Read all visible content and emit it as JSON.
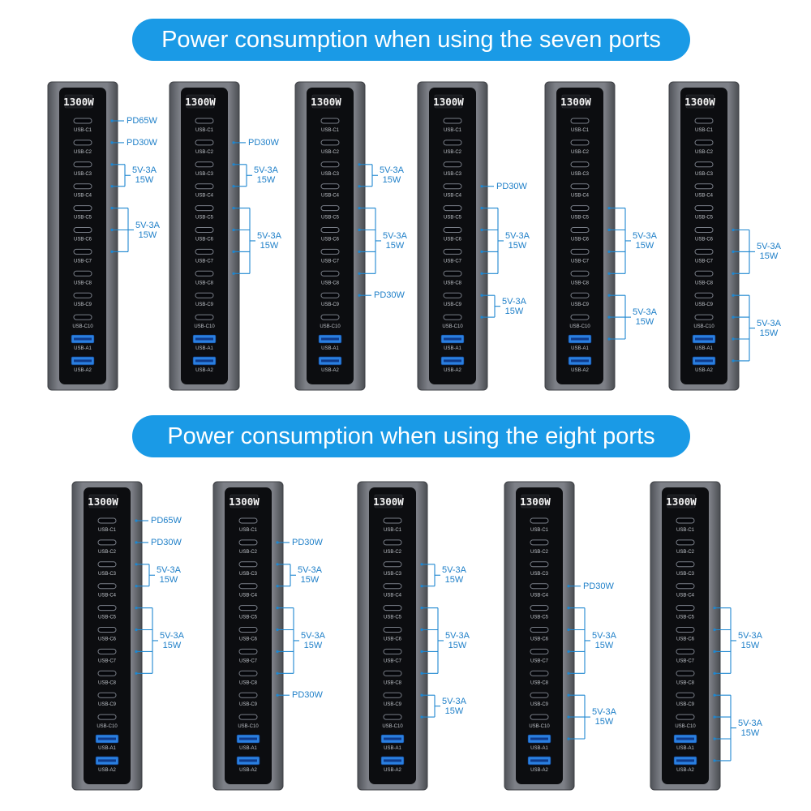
{
  "banners": {
    "top": "Power consumption when using the seven ports",
    "bottom": "Power consumption when using the eight ports"
  },
  "device": {
    "display": "1300W",
    "ports": [
      "USB-C1",
      "USB-C2",
      "USB-C3",
      "USB-C4",
      "USB-C5",
      "USB-C6",
      "USB-C7",
      "USB-C8",
      "USB-C9",
      "USB-C10",
      "USB-A1",
      "USB-A2"
    ]
  },
  "colors": {
    "banner": "#1a9ae6",
    "label": "#1e7fc8",
    "hub_frame": "#6b6e74",
    "hub_panel": "#0c0d10",
    "usb_a_port": "#2a7fe0"
  },
  "rows": [
    {
      "id": "seven-ports",
      "hubs": [
        {
          "annotations": [
            {
              "ports": [
                1
              ],
              "text": [
                "PD65W"
              ]
            },
            {
              "ports": [
                2
              ],
              "text": [
                "PD30W"
              ]
            },
            {
              "ports": [
                3,
                4
              ],
              "text": [
                "5V-3A",
                "15W"
              ]
            },
            {
              "ports": [
                5,
                6,
                7
              ],
              "text": [
                "5V-3A",
                "15W"
              ]
            }
          ]
        },
        {
          "annotations": [
            {
              "ports": [
                2
              ],
              "text": [
                "PD30W"
              ]
            },
            {
              "ports": [
                3,
                4
              ],
              "text": [
                "5V-3A",
                "15W"
              ]
            },
            {
              "ports": [
                5,
                6,
                7,
                8
              ],
              "text": [
                "5V-3A",
                "15W"
              ]
            }
          ]
        },
        {
          "annotations": [
            {
              "ports": [
                3,
                4
              ],
              "text": [
                "5V-3A",
                "15W"
              ]
            },
            {
              "ports": [
                5,
                6,
                7,
                8
              ],
              "text": [
                "5V-3A",
                "15W"
              ]
            },
            {
              "ports": [
                9
              ],
              "text": [
                "PD30W"
              ]
            }
          ]
        },
        {
          "annotations": [
            {
              "ports": [
                4
              ],
              "text": [
                "PD30W"
              ]
            },
            {
              "ports": [
                5,
                6,
                7,
                8
              ],
              "text": [
                "5V-3A",
                "15W"
              ]
            },
            {
              "ports": [
                9,
                10
              ],
              "text": [
                "5V-3A",
                "15W"
              ]
            }
          ]
        },
        {
          "annotations": [
            {
              "ports": [
                5,
                6,
                7,
                8
              ],
              "text": [
                "5V-3A",
                "15W"
              ]
            },
            {
              "ports": [
                9,
                10,
                11
              ],
              "text": [
                "5V-3A",
                "15W"
              ]
            }
          ]
        },
        {
          "annotations": [
            {
              "ports": [
                6,
                7,
                8
              ],
              "text": [
                "5V-3A",
                "15W"
              ]
            },
            {
              "ports": [
                9,
                10,
                11,
                12
              ],
              "text": [
                "5V-3A",
                "15W"
              ]
            }
          ]
        }
      ]
    },
    {
      "id": "eight-ports",
      "hubs": [
        {
          "annotations": [
            {
              "ports": [
                1
              ],
              "text": [
                "PD65W"
              ]
            },
            {
              "ports": [
                2
              ],
              "text": [
                "PD30W"
              ]
            },
            {
              "ports": [
                3,
                4
              ],
              "text": [
                "5V-3A",
                "15W"
              ]
            },
            {
              "ports": [
                5,
                6,
                7,
                8
              ],
              "text": [
                "5V-3A",
                "15W"
              ]
            }
          ]
        },
        {
          "annotations": [
            {
              "ports": [
                2
              ],
              "text": [
                "PD30W"
              ]
            },
            {
              "ports": [
                3,
                4
              ],
              "text": [
                "5V-3A",
                "15W"
              ]
            },
            {
              "ports": [
                5,
                6,
                7,
                8
              ],
              "text": [
                "5V-3A",
                "15W"
              ]
            },
            {
              "ports": [
                9
              ],
              "text": [
                "PD30W"
              ]
            }
          ]
        },
        {
          "annotations": [
            {
              "ports": [
                3,
                4
              ],
              "text": [
                "5V-3A",
                "15W"
              ]
            },
            {
              "ports": [
                5,
                6,
                7,
                8
              ],
              "text": [
                "5V-3A",
                "15W"
              ]
            },
            {
              "ports": [
                9,
                10
              ],
              "text": [
                "5V-3A",
                "15W"
              ]
            }
          ]
        },
        {
          "annotations": [
            {
              "ports": [
                4
              ],
              "text": [
                "PD30W"
              ]
            },
            {
              "ports": [
                5,
                6,
                7,
                8
              ],
              "text": [
                "5V-3A",
                "15W"
              ]
            },
            {
              "ports": [
                9,
                10,
                11
              ],
              "text": [
                "5V-3A",
                "15W"
              ]
            }
          ]
        },
        {
          "annotations": [
            {
              "ports": [
                5,
                6,
                7,
                8
              ],
              "text": [
                "5V-3A",
                "15W"
              ]
            },
            {
              "ports": [
                9,
                10,
                11,
                12
              ],
              "text": [
                "5V-3A",
                "15W"
              ]
            }
          ]
        }
      ]
    }
  ]
}
